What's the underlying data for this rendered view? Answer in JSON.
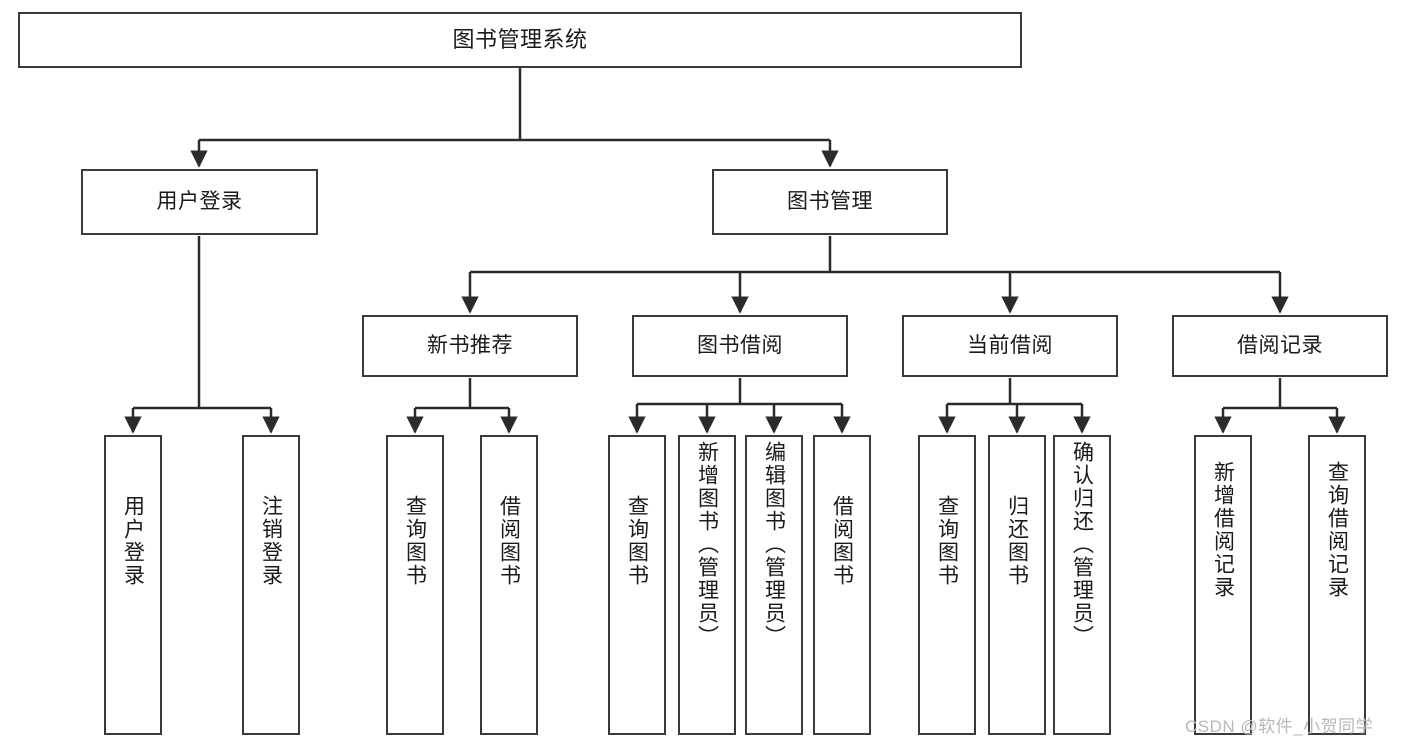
{
  "diagram": {
    "title": "图书管理系统",
    "type": "tree-hierarchy-chart",
    "watermark": "CSDN @软件_小贺同学",
    "colors": {
      "box_border": "#3a3a3a",
      "box_fill": "#ffffff",
      "edge": "#2b2b2b",
      "text": "#1a1a1a",
      "watermark": "#b8b8b8",
      "background": "#ffffff"
    },
    "levels": [
      {
        "level": 1,
        "nodes": [
          {
            "id": "root",
            "label": "图书管理系统",
            "orientation": "horizontal"
          }
        ]
      },
      {
        "level": 2,
        "nodes": [
          {
            "id": "login",
            "label": "用户登录",
            "orientation": "horizontal",
            "parent": "root"
          },
          {
            "id": "bookmgmt",
            "label": "图书管理",
            "orientation": "horizontal",
            "parent": "root"
          }
        ]
      },
      {
        "level": 3,
        "nodes": [
          {
            "id": "newbook",
            "label": "新书推荐",
            "orientation": "horizontal",
            "parent": "bookmgmt"
          },
          {
            "id": "borrow",
            "label": "图书借阅",
            "orientation": "horizontal",
            "parent": "bookmgmt"
          },
          {
            "id": "current",
            "label": "当前借阅",
            "orientation": "horizontal",
            "parent": "bookmgmt"
          },
          {
            "id": "record",
            "label": "借阅记录",
            "orientation": "horizontal",
            "parent": "bookmgmt"
          }
        ]
      },
      {
        "level": 4,
        "nodes": [
          {
            "id": "leaf1",
            "label": "用户登录",
            "orientation": "vertical",
            "parent": "login"
          },
          {
            "id": "leaf2",
            "label": "注销登录",
            "orientation": "vertical",
            "parent": "login"
          },
          {
            "id": "leaf3",
            "label": "查询图书",
            "orientation": "vertical",
            "parent": "newbook"
          },
          {
            "id": "leaf4",
            "label": "借阅图书",
            "orientation": "vertical",
            "parent": "newbook"
          },
          {
            "id": "leaf5",
            "label": "查询图书",
            "orientation": "vertical",
            "parent": "borrow"
          },
          {
            "id": "leaf6",
            "label": "新增图书（管理员）",
            "orientation": "vertical",
            "parent": "borrow"
          },
          {
            "id": "leaf7",
            "label": "编辑图书（管理员）",
            "orientation": "vertical",
            "parent": "borrow"
          },
          {
            "id": "leaf8",
            "label": "借阅图书",
            "orientation": "vertical",
            "parent": "borrow"
          },
          {
            "id": "leaf9",
            "label": "查询图书",
            "orientation": "vertical",
            "parent": "current"
          },
          {
            "id": "leaf10",
            "label": "归还图书",
            "orientation": "vertical",
            "parent": "current"
          },
          {
            "id": "leaf11",
            "label": "确认归还（管理员）",
            "orientation": "vertical",
            "parent": "current"
          },
          {
            "id": "leaf12",
            "label": "新增借阅记录",
            "orientation": "vertical",
            "parent": "record"
          },
          {
            "id": "leaf13",
            "label": "查询借阅记录",
            "orientation": "vertical",
            "parent": "record"
          }
        ]
      }
    ]
  }
}
